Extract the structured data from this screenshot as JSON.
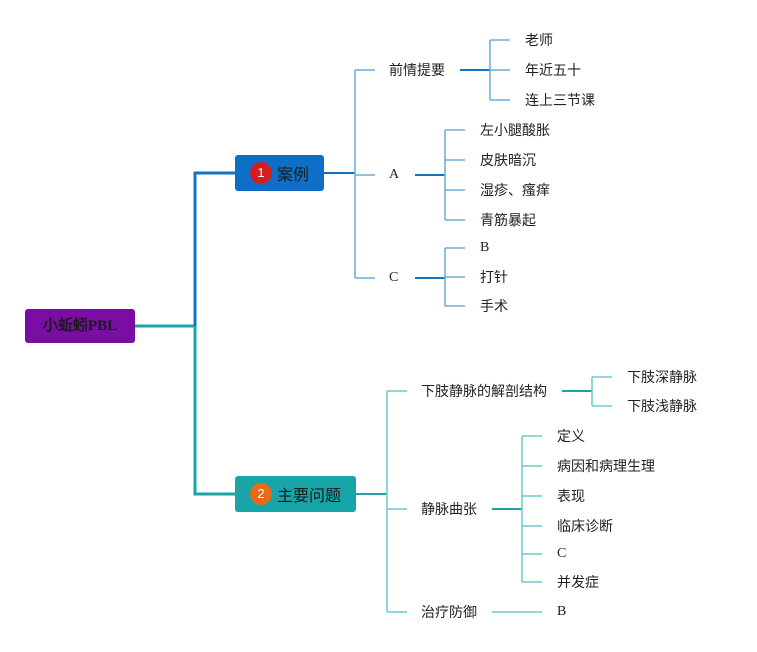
{
  "colors": {
    "root_fill": "#7B0DA4",
    "branch1_fill": "#0F6FC6",
    "branch2_fill": "#17A5A8",
    "badge1": "#D21E1E",
    "badge2": "#E86A1A",
    "link_trunk_blue": "#1672BE",
    "link_trunk_teal": "#17A5A8",
    "link_light_blue": "#6BAED6",
    "link_light_teal": "#6CCBCC"
  },
  "root": {
    "label": "小蚯蚓PBL"
  },
  "branch1": {
    "number": "1",
    "label": "案例",
    "children": {
      "background": {
        "label": "前情提要",
        "items": [
          "老师",
          "年近五十",
          "连上三节课"
        ]
      },
      "a": {
        "label": "A",
        "items": [
          "左小腿酸胀",
          "皮肤暗沉",
          "湿疹、瘙痒",
          "青筋暴起"
        ]
      },
      "c": {
        "label": "C",
        "items": [
          "B",
          "打针",
          "手术"
        ]
      }
    }
  },
  "branch2": {
    "number": "2",
    "label": "主要问题",
    "children": {
      "anatomy": {
        "label": "下肢静脉的解剖结构",
        "items": [
          "下肢深静脉",
          "下肢浅静脉"
        ]
      },
      "varicose": {
        "label": "静脉曲张",
        "items": [
          "定义",
          "病因和病理生理",
          "表现",
          "临床诊断",
          "C",
          "并发症"
        ]
      },
      "treatment": {
        "label": "治疗防御",
        "items": [
          "B"
        ]
      }
    }
  }
}
